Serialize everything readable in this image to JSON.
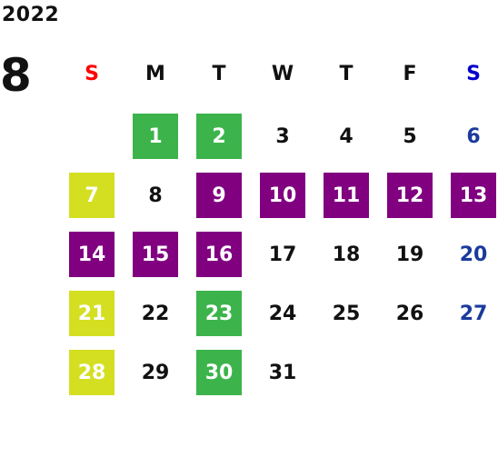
{
  "header": {
    "year": "2022",
    "month": "8"
  },
  "weekdays": [
    "S",
    "M",
    "T",
    "W",
    "T",
    "F",
    "S"
  ],
  "weekday_colors": [
    "#ff0000",
    "#111111",
    "#111111",
    "#111111",
    "#111111",
    "#111111",
    "#0000cc"
  ],
  "colors": {
    "green": "#3cb44b",
    "purple": "#800080",
    "yellow": "#d4df22",
    "saturday_text": "#1a3a9c"
  },
  "weeks": [
    [
      null,
      {
        "d": "1",
        "c": "green"
      },
      {
        "d": "2",
        "c": "green"
      },
      {
        "d": "3",
        "c": ""
      },
      {
        "d": "4",
        "c": ""
      },
      {
        "d": "5",
        "c": ""
      },
      {
        "d": "6",
        "c": "sat"
      }
    ],
    [
      {
        "d": "7",
        "c": "yellow"
      },
      {
        "d": "8",
        "c": ""
      },
      {
        "d": "9",
        "c": "purple"
      },
      {
        "d": "10",
        "c": "purple"
      },
      {
        "d": "11",
        "c": "purple"
      },
      {
        "d": "12",
        "c": "purple"
      },
      {
        "d": "13",
        "c": "purple"
      }
    ],
    [
      {
        "d": "14",
        "c": "purple"
      },
      {
        "d": "15",
        "c": "purple"
      },
      {
        "d": "16",
        "c": "purple"
      },
      {
        "d": "17",
        "c": ""
      },
      {
        "d": "18",
        "c": ""
      },
      {
        "d": "19",
        "c": ""
      },
      {
        "d": "20",
        "c": "sat"
      }
    ],
    [
      {
        "d": "21",
        "c": "yellow"
      },
      {
        "d": "22",
        "c": ""
      },
      {
        "d": "23",
        "c": "green"
      },
      {
        "d": "24",
        "c": ""
      },
      {
        "d": "25",
        "c": ""
      },
      {
        "d": "26",
        "c": ""
      },
      {
        "d": "27",
        "c": "sat"
      }
    ],
    [
      {
        "d": "28",
        "c": "yellow"
      },
      {
        "d": "29",
        "c": ""
      },
      {
        "d": "30",
        "c": "green"
      },
      {
        "d": "31",
        "c": ""
      },
      null,
      null,
      null
    ]
  ]
}
